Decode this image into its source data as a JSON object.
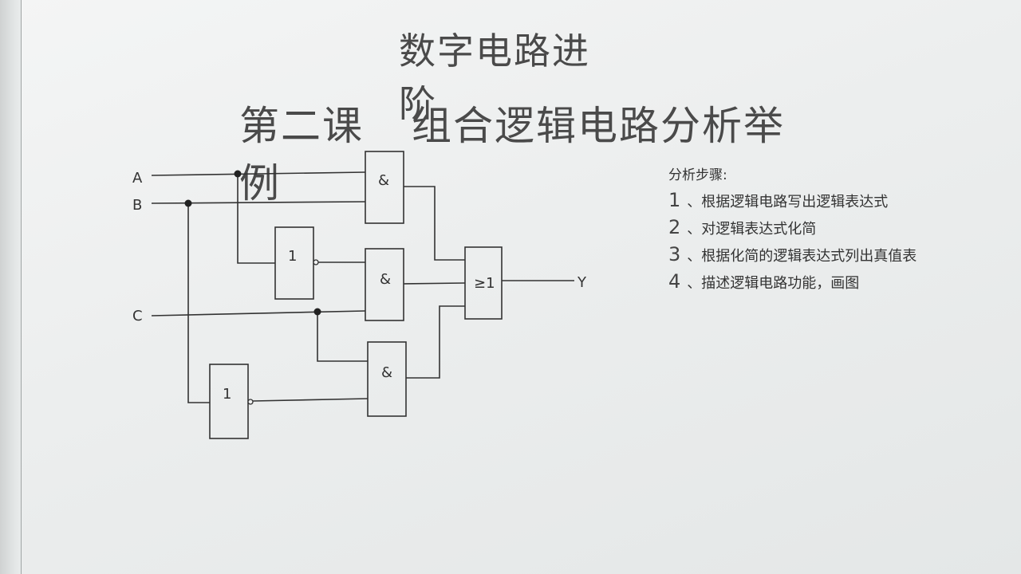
{
  "title": "数字电路进阶",
  "subtitle": {
    "lesson": "第二课",
    "topic": "组合逻辑电路分析举例"
  },
  "diagram": {
    "inputs": [
      "A",
      "B",
      "C"
    ],
    "output": "Y",
    "gates": {
      "and_top": "&",
      "not_a": "1",
      "and_mid": "&",
      "or_out": "≥1",
      "and_bottom": "&",
      "not_b": "1"
    }
  },
  "steps": {
    "heading": "分析步骤:",
    "items": [
      {
        "num": "1",
        "text": "、根据逻辑电路写出逻辑表达式"
      },
      {
        "num": "2",
        "text": "、对逻辑表达式化简"
      },
      {
        "num": "3",
        "text": "、根据化简的逻辑表达式列出真值表"
      },
      {
        "num": "4",
        "text": "、描述逻辑电路功能，画图"
      }
    ]
  }
}
